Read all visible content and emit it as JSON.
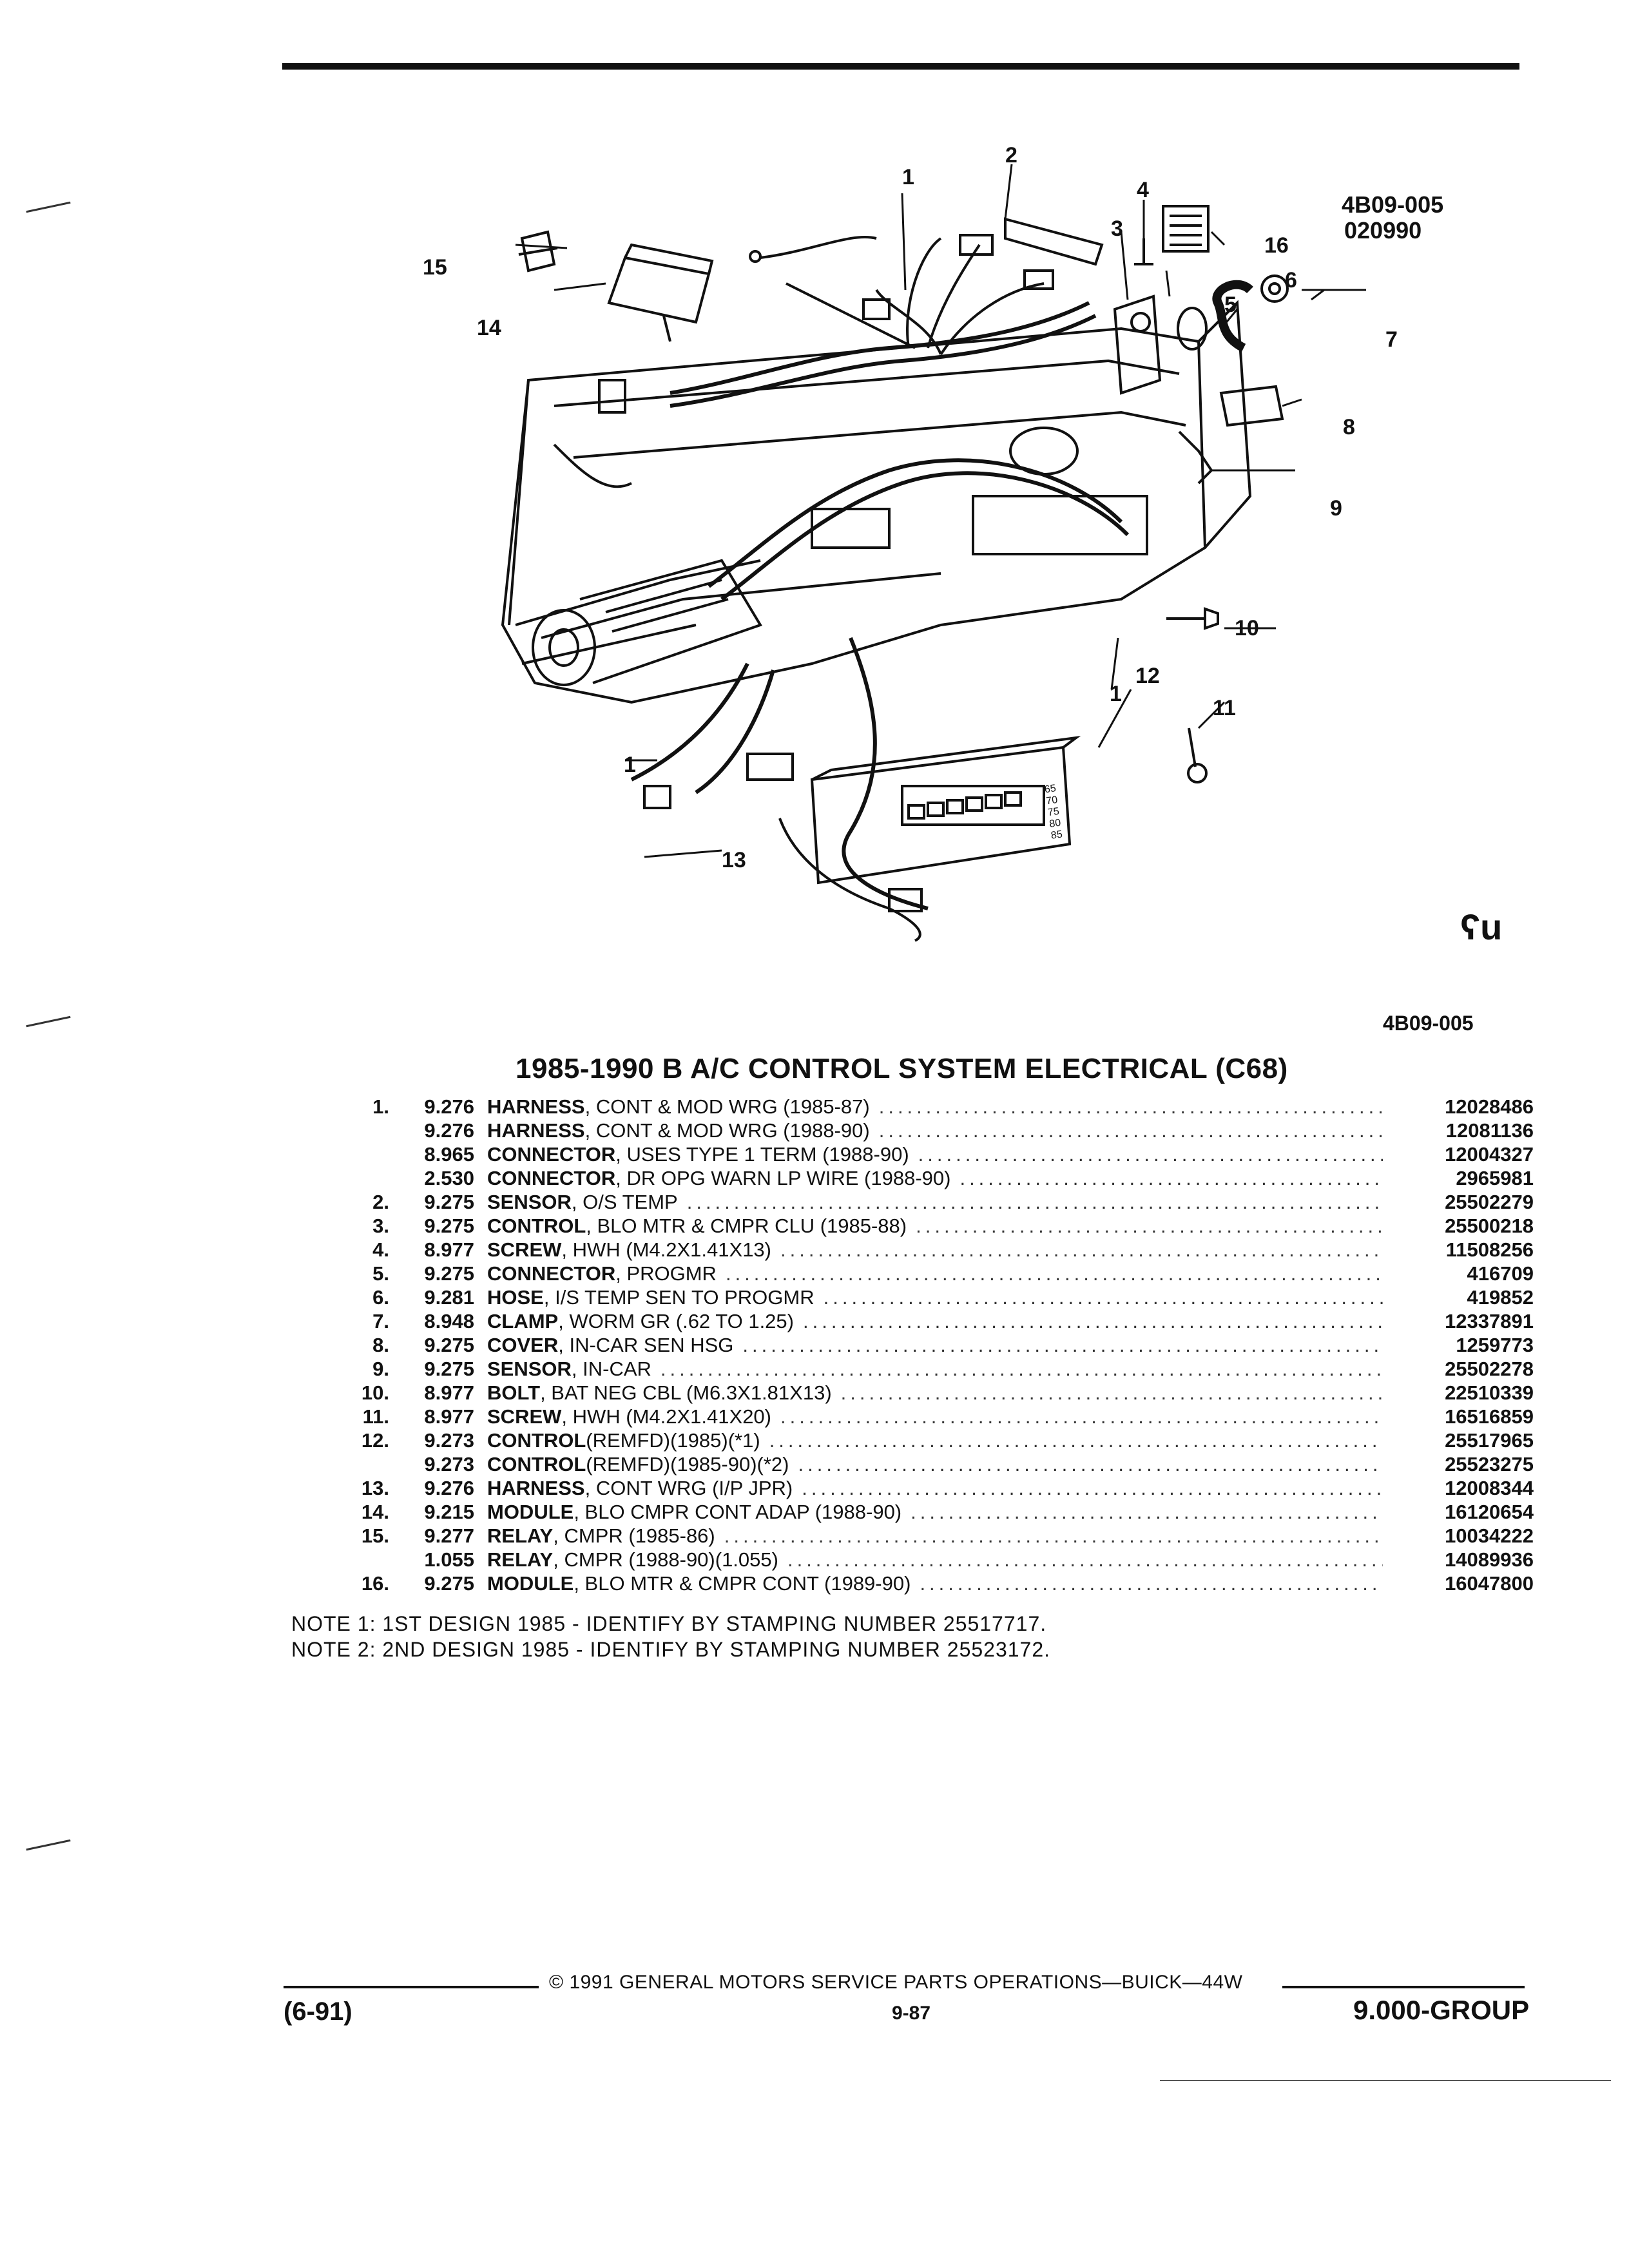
{
  "figure": {
    "code_1": "4B09-005",
    "code_2": "020990",
    "ref_mark": "ʕu",
    "code_bottom": "4B09-005",
    "callouts": [
      "1",
      "2",
      "3",
      "4",
      "5",
      "6",
      "7",
      "8",
      "9",
      "10",
      "11",
      "12",
      "13",
      "14",
      "15",
      "16"
    ],
    "control_panel_text": "65 70 75 80 85"
  },
  "title": "1985-1990 B A/C CONTROL SYSTEM ELECTRICAL (C68)",
  "parts": [
    {
      "item": "1.",
      "code": "9.276",
      "name": "HARNESS",
      "desc": ", CONT & MOD WRG (1985-87)",
      "part": "12028486"
    },
    {
      "item": "",
      "code": "9.276",
      "name": "HARNESS",
      "desc": ", CONT & MOD WRG (1988-90)",
      "part": "12081136"
    },
    {
      "item": "",
      "code": "8.965",
      "name": "CONNECTOR",
      "desc": ", USES TYPE 1 TERM (1988-90)",
      "part": "12004327"
    },
    {
      "item": "",
      "code": "2.530",
      "name": "CONNECTOR",
      "desc": ", DR OPG WARN LP WIRE (1988-90)",
      "part": "2965981"
    },
    {
      "item": "2.",
      "code": "9.275",
      "name": "SENSOR",
      "desc": ", O/S TEMP",
      "part": "25502279"
    },
    {
      "item": "3.",
      "code": "9.275",
      "name": "CONTROL",
      "desc": ", BLO MTR & CMPR CLU (1985-88)",
      "part": "25500218"
    },
    {
      "item": "4.",
      "code": "8.977",
      "name": "SCREW",
      "desc": ", HWH (M4.2X1.41X13)",
      "part": "11508256"
    },
    {
      "item": "5.",
      "code": "9.275",
      "name": "CONNECTOR",
      "desc": ", PROGMR",
      "part": "416709"
    },
    {
      "item": "6.",
      "code": "9.281",
      "name": "HOSE",
      "desc": ", I/S TEMP SEN TO PROGMR",
      "part": "419852"
    },
    {
      "item": "7.",
      "code": "8.948",
      "name": "CLAMP",
      "desc": ", WORM GR (.62 TO 1.25)",
      "part": "12337891"
    },
    {
      "item": "8.",
      "code": "9.275",
      "name": "COVER",
      "desc": ", IN-CAR SEN HSG",
      "part": "1259773"
    },
    {
      "item": "9.",
      "code": "9.275",
      "name": "SENSOR",
      "desc": ", IN-CAR",
      "part": "25502278"
    },
    {
      "item": "10.",
      "code": "8.977",
      "name": "BOLT",
      "desc": ", BAT NEG CBL (M6.3X1.81X13)",
      "part": "22510339"
    },
    {
      "item": "11.",
      "code": "8.977",
      "name": "SCREW",
      "desc": ", HWH (M4.2X1.41X20)",
      "part": "16516859"
    },
    {
      "item": "12.",
      "code": "9.273",
      "name": "CONTROL",
      "desc": " (REMFD)(1985)(*1)",
      "part": "25517965"
    },
    {
      "item": "",
      "code": "9.273",
      "name": "CONTROL",
      "desc": " (REMFD)(1985-90)(*2)",
      "part": "25523275"
    },
    {
      "item": "13.",
      "code": "9.276",
      "name": "HARNESS",
      "desc": ", CONT WRG (I/P JPR)",
      "part": "12008344"
    },
    {
      "item": "14.",
      "code": "9.215",
      "name": "MODULE",
      "desc": ", BLO CMPR CONT ADAP (1988-90)",
      "part": "16120654"
    },
    {
      "item": "15.",
      "code": "9.277",
      "name": "RELAY",
      "desc": ", CMPR (1985-86)",
      "part": "10034222"
    },
    {
      "item": "",
      "code": "1.055",
      "name": "RELAY",
      "desc": ", CMPR (1988-90)(1.055)",
      "part": "14089936"
    },
    {
      "item": "16.",
      "code": "9.275",
      "name": "MODULE",
      "desc": ", BLO MTR & CMPR CONT (1989-90)",
      "part": "16047800"
    }
  ],
  "notes": [
    "NOTE  1:  1ST DESIGN 1985 - IDENTIFY BY STAMPING NUMBER 25517717.",
    "NOTE  2:  2ND DESIGN 1985 - IDENTIFY BY STAMPING NUMBER 25523172."
  ],
  "footer": {
    "copyright": "©  1991  GENERAL MOTORS SERVICE PARTS OPERATIONS—BUICK—44W",
    "revision": "(6-91)",
    "page": "9-87",
    "group": "9.000-GROUP"
  }
}
